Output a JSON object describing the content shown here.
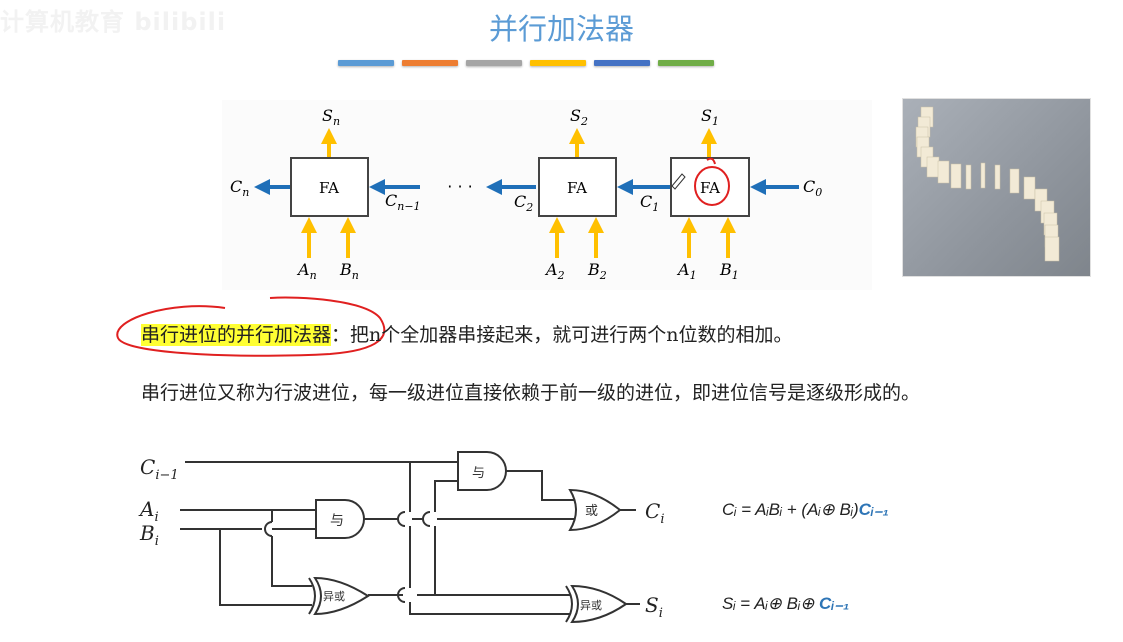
{
  "watermark": "计算机教育 bilibili",
  "title": "并行加法器",
  "color_bars": [
    "#5b9bd5",
    "#ed7d31",
    "#a5a5a5",
    "#ffc000",
    "#4472c4",
    "#70ad47"
  ],
  "fa_diagram": {
    "block_label": "FA",
    "ellipsis": "· · ·",
    "stages": [
      {
        "sum": "S",
        "sum_sub": "n",
        "a": "A",
        "a_sub": "n",
        "b": "B",
        "b_sub": "n",
        "cout": "C",
        "cout_sub": "n",
        "cin": "C",
        "cin_sub": "n−1"
      },
      {
        "sum": "S",
        "sum_sub": "2",
        "a": "A",
        "a_sub": "2",
        "b": "B",
        "b_sub": "2",
        "cout": "C",
        "cout_sub": "2",
        "cin": "C",
        "cin_sub": "1"
      },
      {
        "sum": "S",
        "sum_sub": "1",
        "a": "A",
        "a_sub": "1",
        "b": "B",
        "b_sub": "1",
        "cin": "C",
        "cin_sub": "0"
      }
    ],
    "arrow_color_carry": "#1f6fb8",
    "arrow_color_io": "#ffc000",
    "annotation_color": "#e02020"
  },
  "image_alt": "domino-chain-photo",
  "text": {
    "highlight_term": "串行进位的并行加法器",
    "colon": "：",
    "line1_rest": "把n个全加器串接起来，就可进行两个n位数的相加。",
    "para2": "串行进位又称为行波进位，每一级进位直接依赖于前一级的进位，即进位信号是逐级形成的。"
  },
  "circuit": {
    "inputs": {
      "c_prev": "C",
      "c_prev_sub": "i−1",
      "a": "A",
      "a_sub": "i",
      "b": "B",
      "b_sub": "i"
    },
    "outputs": {
      "c": "C",
      "c_sub": "i",
      "s": "S",
      "s_sub": "i"
    },
    "gates": {
      "and": "与",
      "or": "或",
      "xor": "异或"
    }
  },
  "formulas": {
    "carry_main": "Cᵢ = AᵢBᵢ + (Aᵢ⊕ Bᵢ)",
    "carry_tail": "Cᵢ₋₁",
    "sum_main": "Sᵢ = Aᵢ⊕ Bᵢ⊕ ",
    "sum_tail": "Cᵢ₋₁"
  }
}
